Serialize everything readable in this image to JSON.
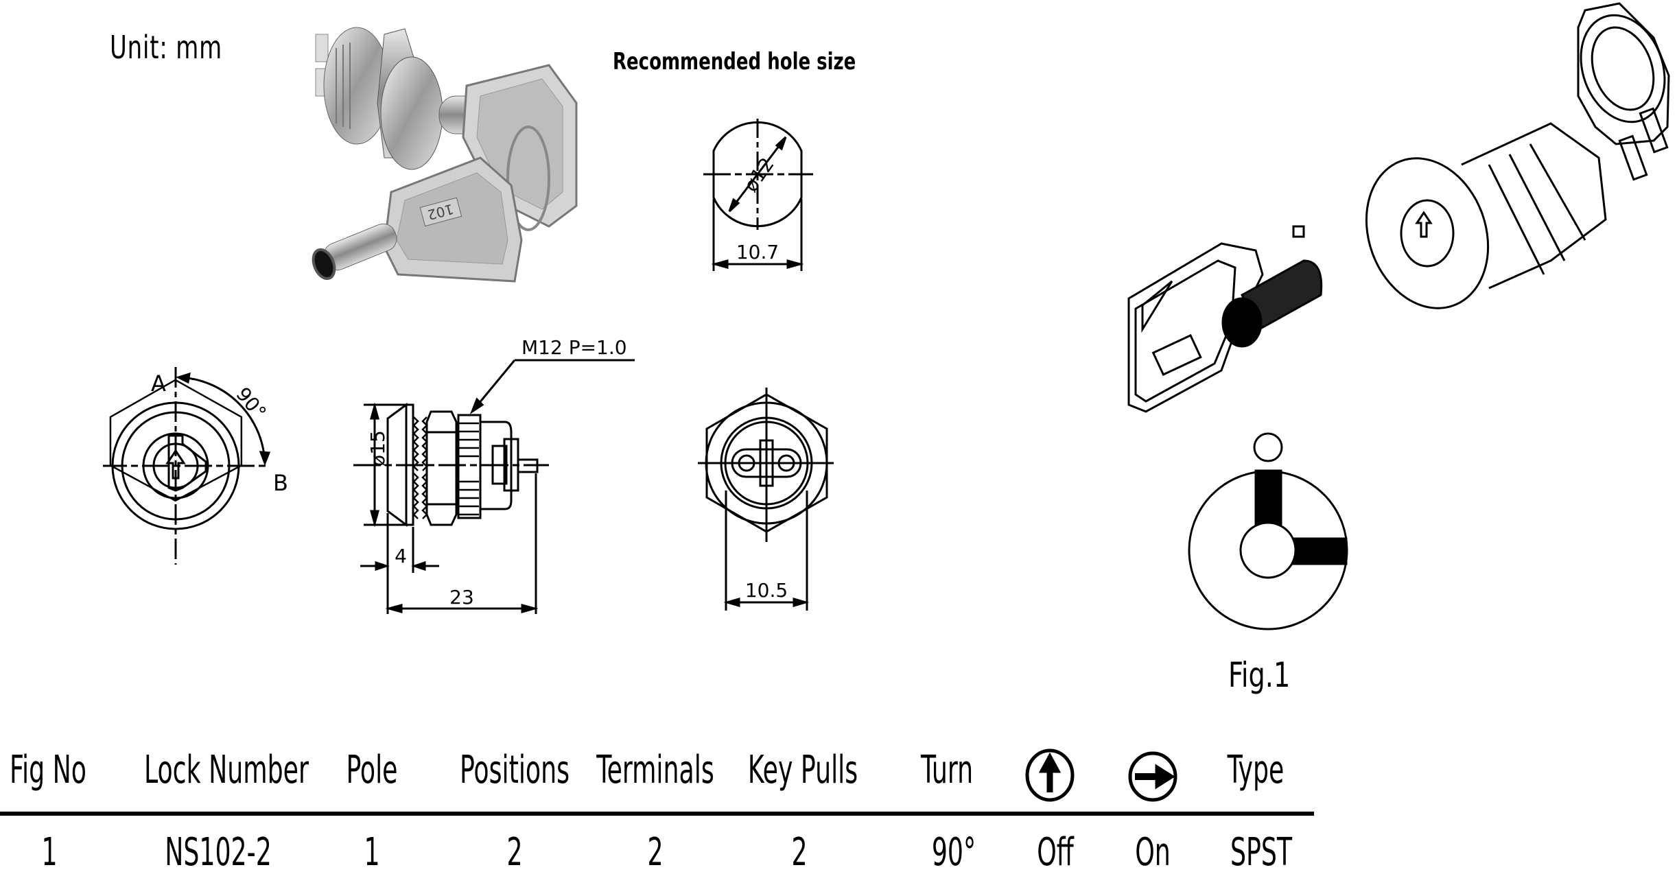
{
  "header": {
    "unit_label": "Unit: mm",
    "hole_title": "Recommended hole size"
  },
  "photo": {
    "subject": "key-switch-photo",
    "key_stamp": "102"
  },
  "hole_drawing": {
    "diameter": "ø12",
    "flat_width": "10.7"
  },
  "front_view": {
    "pos_a": "A",
    "pos_b": "B",
    "angle": "90°"
  },
  "side_view": {
    "thread": "M12 P=1.0",
    "diameter": "ø15",
    "flange": "4",
    "length": "23"
  },
  "rear_view": {
    "width": "10.5"
  },
  "diagram": {
    "fig_label": "Fig.1"
  },
  "table": {
    "headers": [
      "Fig No",
      "Lock Number",
      "Pole",
      "Positions",
      "Terminals",
      "Key Pulls",
      "Turn",
      "",
      "",
      "Type"
    ],
    "header_icons": [
      "up-arrow-circle-icon",
      "right-arrow-circle-icon"
    ],
    "row": [
      "1",
      "NS102-2",
      "1",
      "2",
      "2",
      "2",
      "90°",
      "Off",
      "On",
      "SPST"
    ]
  }
}
